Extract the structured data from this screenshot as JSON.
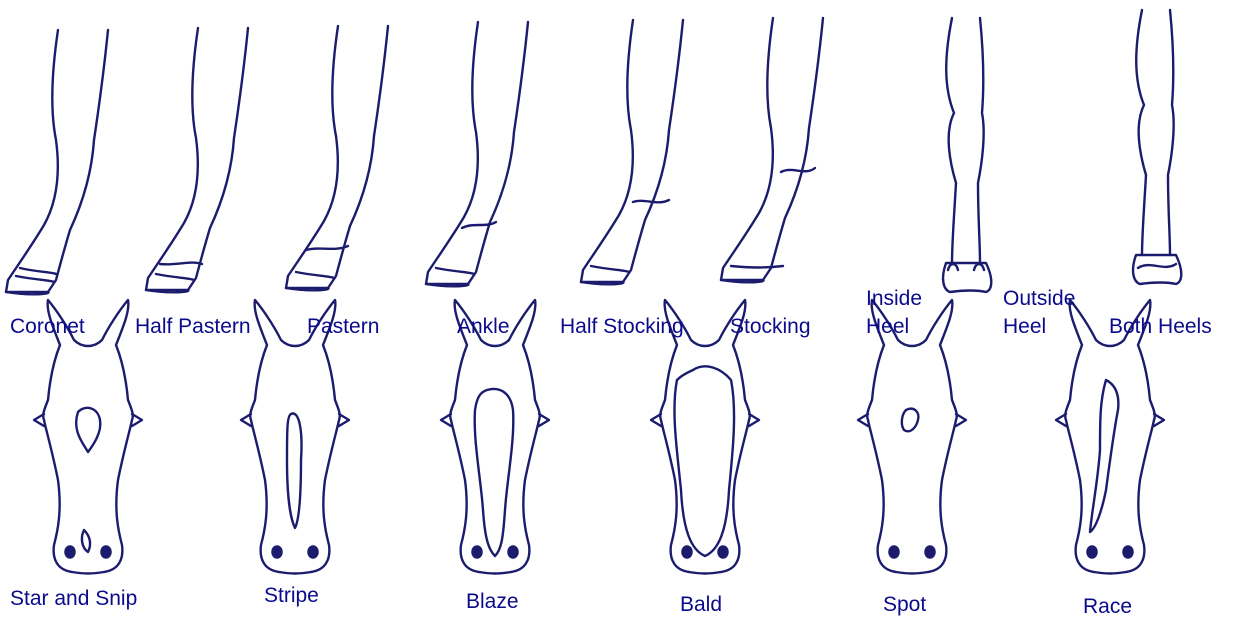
{
  "colors": {
    "ink": "#1c1c6e",
    "label": "#0a0a8c",
    "background": "#ffffff"
  },
  "leg_markings": [
    {
      "id": "coronet",
      "label": "Coronet"
    },
    {
      "id": "half-pastern",
      "label": "Half Pastern"
    },
    {
      "id": "pastern",
      "label": "Pastern"
    },
    {
      "id": "ankle",
      "label": "Ankle"
    },
    {
      "id": "half-stocking",
      "label": "Half Stocking"
    },
    {
      "id": "stocking",
      "label": "Stocking"
    },
    {
      "id": "inside-heel",
      "label_line1": "Inside",
      "label_line2": "Heel"
    },
    {
      "id": "outside-heel",
      "label_line1": "Outside",
      "label_line2": "Heel"
    },
    {
      "id": "both-heels",
      "label": "Both Heels"
    }
  ],
  "face_markings": [
    {
      "id": "star-and-snip",
      "label": "Star and Snip"
    },
    {
      "id": "stripe",
      "label": "Stripe"
    },
    {
      "id": "blaze",
      "label": "Blaze"
    },
    {
      "id": "bald",
      "label": "Bald"
    },
    {
      "id": "spot",
      "label": "Spot"
    },
    {
      "id": "race",
      "label": "Race"
    }
  ]
}
